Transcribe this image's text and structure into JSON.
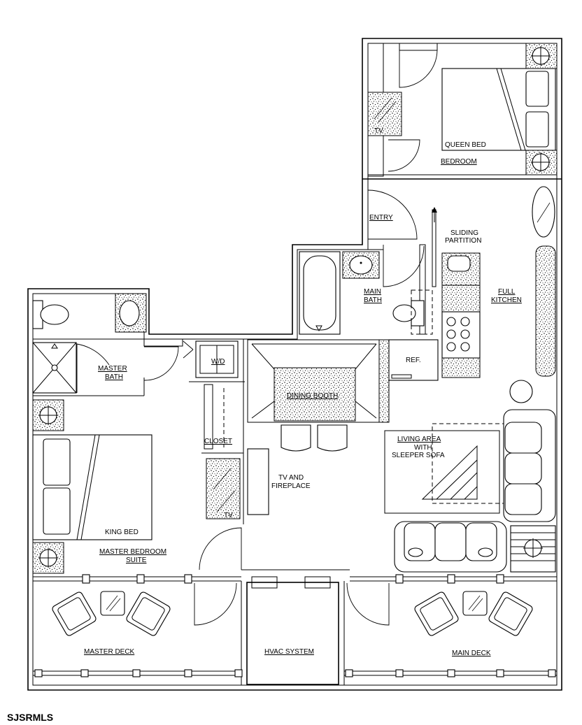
{
  "labels": {
    "queen_bed": "QUEEN BED",
    "bedroom": "BEDROOM",
    "tv_bedroom": "TV",
    "entry": "ENTRY",
    "sliding_partition_1": "SLIDING",
    "sliding_partition_2": "PARTITION",
    "main_bath_1": "MAIN",
    "main_bath_2": "BATH",
    "full_kitchen_1": "FULL",
    "full_kitchen_2": "KITCHEN",
    "master_bath_1": "MASTER",
    "master_bath_2": "BATH",
    "wd": "W/D",
    "ref": "REF.",
    "dining_booth": "DINING BOOTH",
    "closet": "CLOSET",
    "tv_closet": "TV",
    "tv_fireplace_1": "TV AND",
    "tv_fireplace_2": "FIREPLACE",
    "living_area_1": "LIVING AREA",
    "living_area_2": "WITH",
    "living_area_3": "SLEEPER SOFA",
    "king_bed": "KING BED",
    "master_bedroom_1": "MASTER BEDROOM",
    "master_bedroom_2": "SUITE",
    "master_deck": "MASTER DECK",
    "hvac_system": "HVAC SYSTEM",
    "main_deck": "MAIN DECK"
  },
  "watermark": "SJSRMLS"
}
